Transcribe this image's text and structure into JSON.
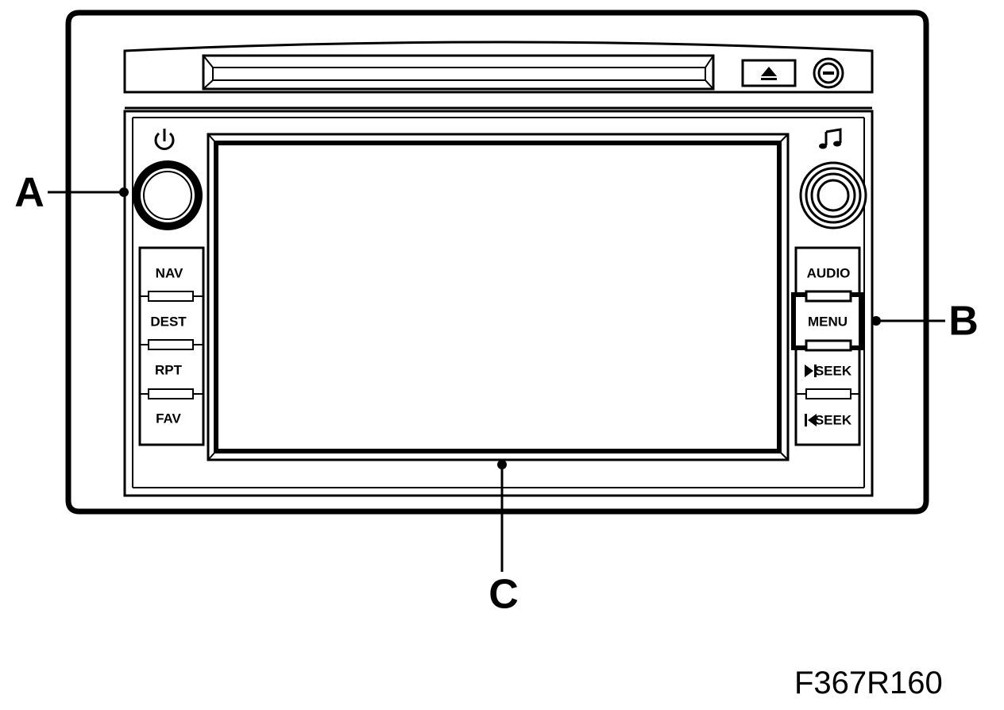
{
  "callouts": {
    "a": "A",
    "b": "B",
    "c": "C"
  },
  "left_buttons": [
    "NAV",
    "DEST",
    "RPT",
    "FAV"
  ],
  "right_buttons": [
    "AUDIO",
    "MENU",
    "SEEK",
    "SEEK"
  ],
  "icons": {
    "power": "power-icon",
    "music": "music-note-icon",
    "eject": "eject-icon",
    "seek_next": "seek-next-icon",
    "seek_prev": "seek-previous-icon"
  },
  "figure_id": "F367R160"
}
